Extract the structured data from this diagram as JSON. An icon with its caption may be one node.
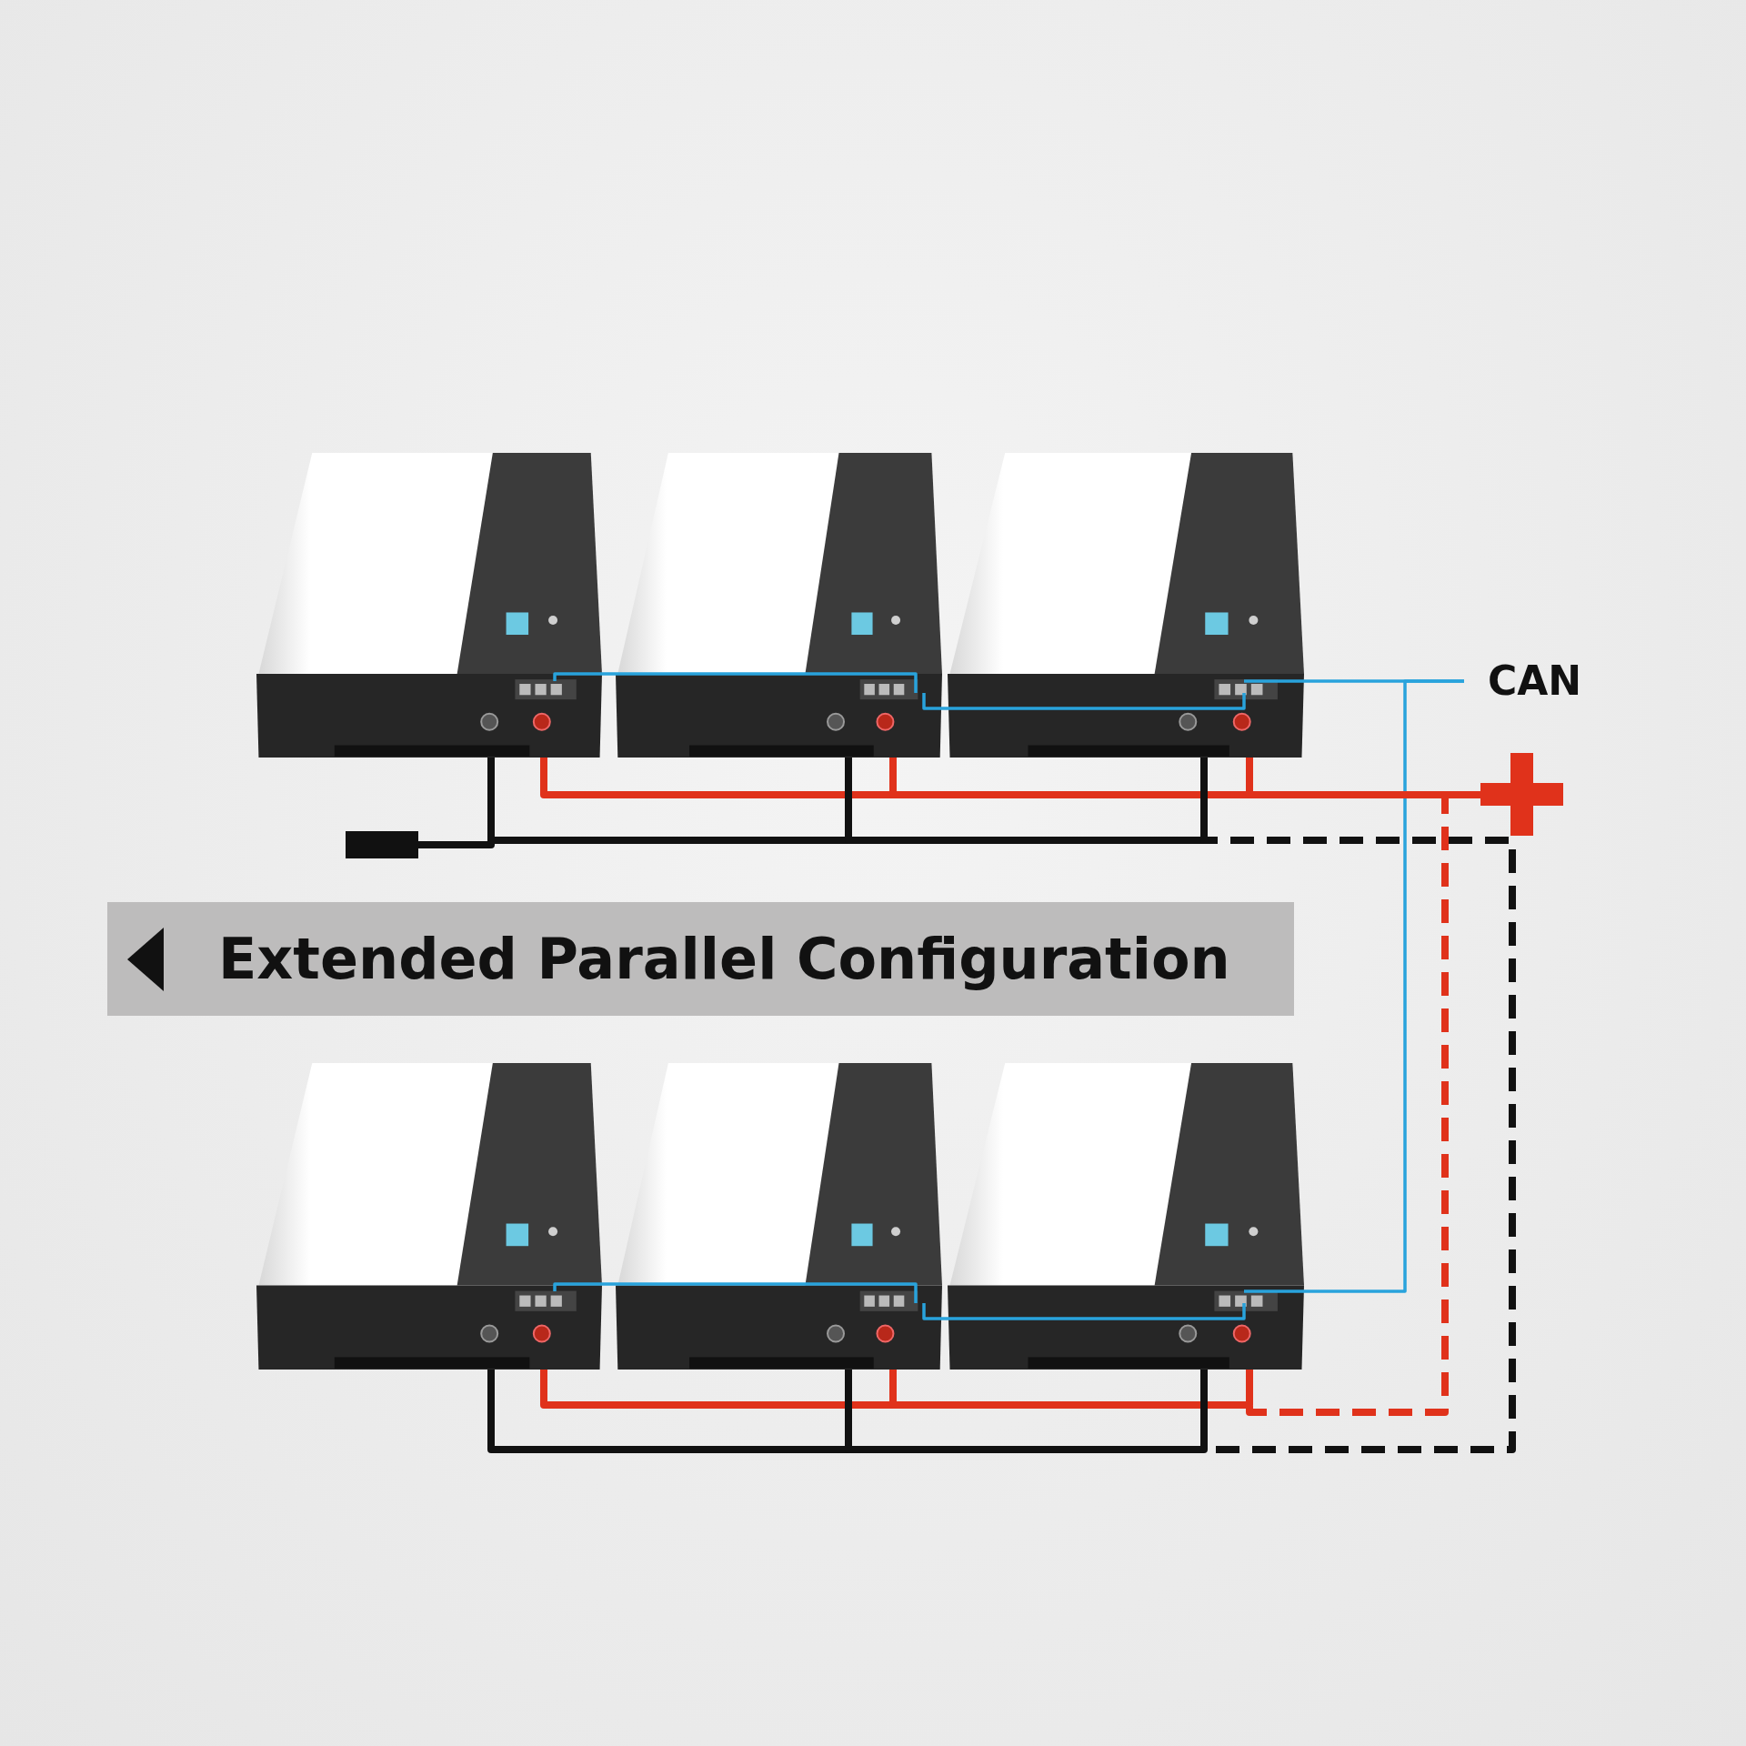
{
  "diagram": {
    "nodes": [
      {
        "text": [],
        "shape": "picture"
      },
      {
        "text": [],
        "shape": "picture"
      },
      {
        "text": [],
        "shape": "picture"
      },
      {
        "text": [
          "CAN"
        ]
      },
      {
        "text": [],
        "shape": "picture"
      },
      {
        "text": [],
        "shape": "box"
      },
      {
        "text": [
          "Extended Parallel Configuration"
        ]
      },
      {
        "text": [],
        "shape": "picture"
      },
      {
        "text": [],
        "shape": "picture"
      },
      {
        "text": [],
        "shape": "picture"
      }
    ],
    "edges": [
      {
        "from": 0,
        "to": 1,
        "arrow": "none",
        "color": "#29a3dc"
      },
      {
        "from": 1,
        "to": 2,
        "arrow": "none",
        "color": "#29a3dc"
      },
      {
        "from": 2,
        "to": 3,
        "arrow": "none",
        "color": "#29a3dc"
      },
      {
        "from": 7,
        "to": 8,
        "arrow": "none",
        "color": "#29a3dc"
      },
      {
        "from": 8,
        "to": 9,
        "arrow": "none",
        "color": "#29a3dc"
      },
      {
        "from": 9,
        "to": 3,
        "arrow": "none",
        "color": "#29a3dc"
      },
      {
        "from": 0,
        "to": 1,
        "arrow": "none",
        "color": "#e0321b"
      },
      {
        "from": 1,
        "to": 2,
        "arrow": "none",
        "color": "#e0321b"
      },
      {
        "from": 2,
        "to": 4,
        "arrow": "none",
        "color": "#e0321b"
      },
      {
        "from": 7,
        "to": 8,
        "arrow": "none",
        "color": "#e0321b"
      },
      {
        "from": 8,
        "to": 9,
        "arrow": "none",
        "color": "#e0321b"
      },
      {
        "from": 9,
        "to": 4,
        "arrow": "none",
        "style": "dashed",
        "color": "#e0321b"
      },
      {
        "from": 5,
        "to": 0,
        "arrow": "none",
        "color": "#111111"
      },
      {
        "from": 0,
        "to": 1,
        "arrow": "none",
        "color": "#111111"
      },
      {
        "from": 1,
        "to": 2,
        "arrow": "none",
        "color": "#111111"
      },
      {
        "from": 2,
        "to": 9,
        "arrow": "none",
        "style": "dashed",
        "color": "#111111"
      },
      {
        "from": 7,
        "to": 8,
        "arrow": "none",
        "color": "#111111"
      },
      {
        "from": 8,
        "to": 9,
        "arrow": "none",
        "color": "#111111"
      }
    ]
  }
}
